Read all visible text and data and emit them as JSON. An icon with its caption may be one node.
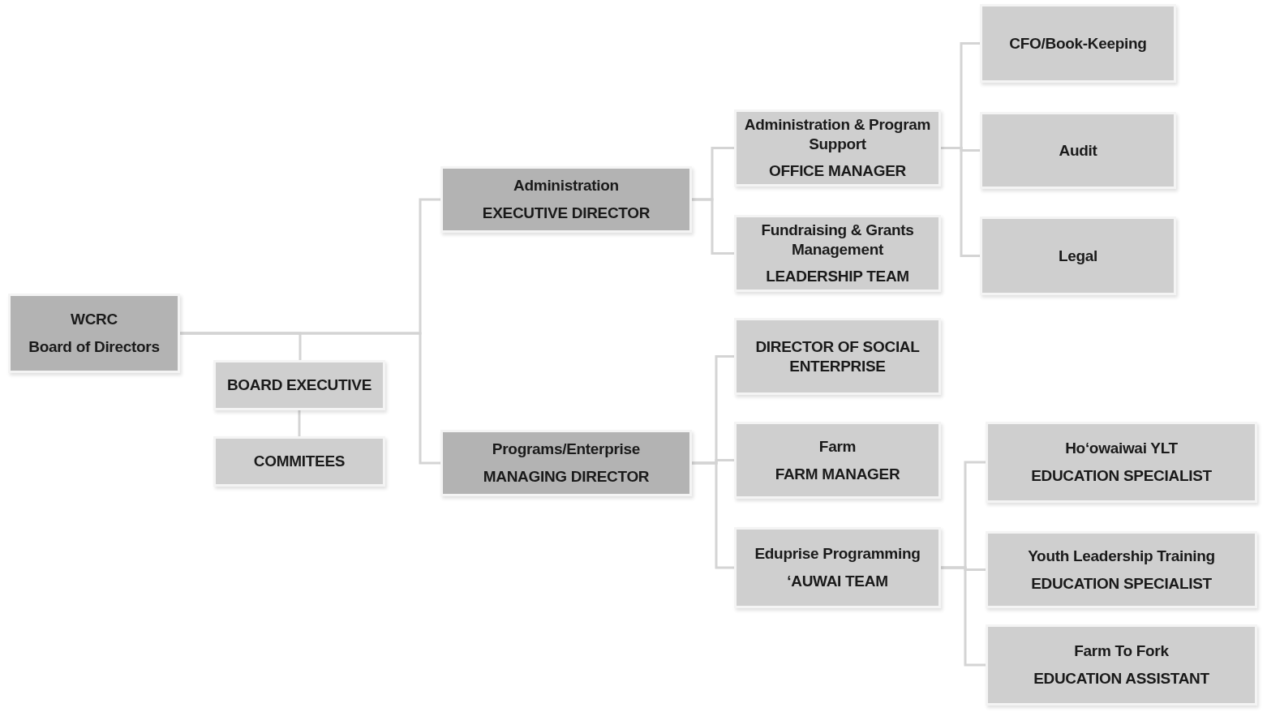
{
  "diagram": {
    "nodes": [
      {
        "text": [
          "WCRC",
          "Board of Directors"
        ]
      },
      {
        "text": [
          "BOARD EXECUTIVE"
        ]
      },
      {
        "text": [
          "COMMITEES"
        ]
      },
      {
        "text": [
          "Administration",
          "EXECUTIVE DIRECTOR"
        ]
      },
      {
        "text": [
          "Programs/Enterprise",
          "MANAGING DIRECTOR"
        ]
      },
      {
        "text": [
          "Administration & Program Support",
          "OFFICE MANAGER"
        ]
      },
      {
        "text": [
          "Fundraising & Grants Management",
          "LEADERSHIP TEAM"
        ]
      },
      {
        "text": [
          "CFO/Book-Keeping"
        ]
      },
      {
        "text": [
          "Audit"
        ]
      },
      {
        "text": [
          "Legal"
        ]
      },
      {
        "text": [
          "DIRECTOR OF SOCIAL ENTERPRISE"
        ]
      },
      {
        "text": [
          "Farm",
          "FARM MANAGER"
        ]
      },
      {
        "text": [
          "Eduprise Programming",
          "‘AUWAI TEAM"
        ]
      },
      {
        "text": [
          "Ho‘owaiwai YLT",
          "EDUCATION SPECIALIST"
        ]
      },
      {
        "text": [
          "Youth Leadership Training",
          "EDUCATION SPECIALIST"
        ]
      },
      {
        "text": [
          "Farm To Fork",
          "EDUCATION ASSISTANT"
        ]
      }
    ],
    "edges": [
      {
        "from": 0,
        "to": 1,
        "arrow": "none"
      },
      {
        "from": 1,
        "to": 2,
        "arrow": "none"
      },
      {
        "from": 0,
        "to": 3,
        "arrow": "none"
      },
      {
        "from": 0,
        "to": 4,
        "arrow": "none"
      },
      {
        "from": 3,
        "to": 5,
        "arrow": "none"
      },
      {
        "from": 3,
        "to": 6,
        "arrow": "none"
      },
      {
        "from": 5,
        "to": 7,
        "arrow": "none"
      },
      {
        "from": 5,
        "to": 8,
        "arrow": "none"
      },
      {
        "from": 5,
        "to": 9,
        "arrow": "none"
      },
      {
        "from": 4,
        "to": 10,
        "arrow": "none"
      },
      {
        "from": 4,
        "to": 11,
        "arrow": "none"
      },
      {
        "from": 4,
        "to": 12,
        "arrow": "none"
      },
      {
        "from": 12,
        "to": 13,
        "arrow": "none"
      },
      {
        "from": 12,
        "to": 14,
        "arrow": "none"
      },
      {
        "from": 12,
        "to": 15,
        "arrow": "none"
      }
    ]
  }
}
